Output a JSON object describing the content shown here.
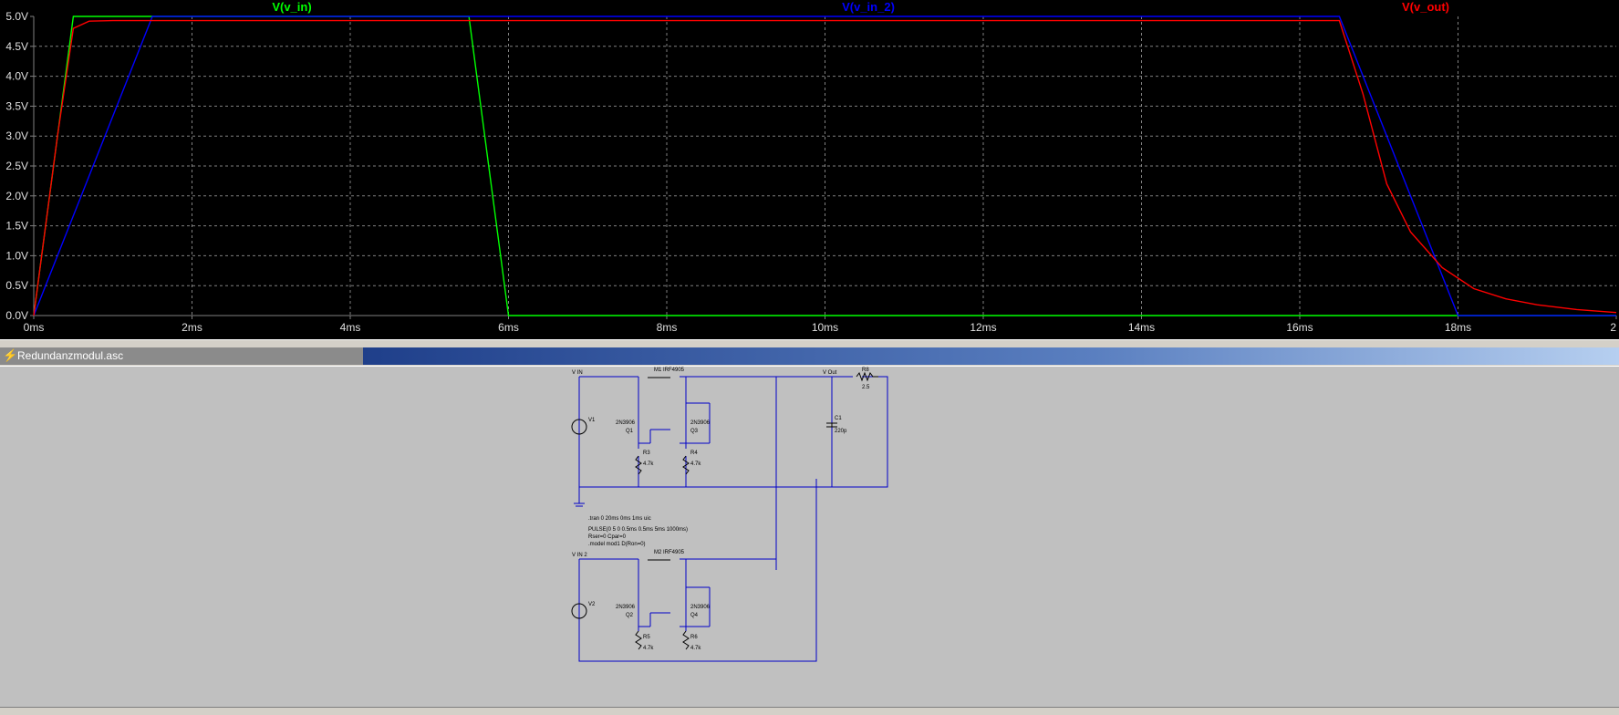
{
  "waveform": {
    "traces": [
      {
        "label": "V(v_in)",
        "color": "#00ff00"
      },
      {
        "label": "V(v_in_2)",
        "color": "#0000ff"
      },
      {
        "label": "V(v_out)",
        "color": "#ff0000"
      }
    ],
    "y_ticks": [
      "5.0V",
      "4.5V",
      "4.0V",
      "3.5V",
      "3.0V",
      "2.5V",
      "2.0V",
      "1.5V",
      "1.0V",
      "0.5V",
      "0.0V"
    ],
    "x_ticks": [
      "0ms",
      "2ms",
      "4ms",
      "6ms",
      "8ms",
      "10ms",
      "12ms",
      "14ms",
      "16ms",
      "18ms",
      "2"
    ],
    "grid_color": "#808080",
    "background": "#000000"
  },
  "chart_data": {
    "type": "line",
    "xlabel": "",
    "ylabel": "",
    "xlim": [
      0,
      20
    ],
    "ylim": [
      0,
      5.0
    ],
    "grid": true,
    "series": [
      {
        "name": "V(v_in)",
        "color": "#00ff00",
        "x": [
          0,
          0.5,
          5.5,
          6.0,
          20
        ],
        "y": [
          0,
          5.0,
          5.0,
          0,
          0
        ]
      },
      {
        "name": "V(v_in_2)",
        "color": "#0000ff",
        "x": [
          0,
          1.5,
          16.5,
          18.0,
          20
        ],
        "y": [
          0,
          5.0,
          5.0,
          0,
          0
        ]
      },
      {
        "name": "V(v_out)",
        "color": "#ff0000",
        "x": [
          0,
          0.3,
          0.5,
          0.7,
          1.0,
          16.5,
          16.8,
          17.1,
          17.4,
          17.8,
          18.2,
          18.6,
          19.0,
          19.5,
          20
        ],
        "y": [
          0,
          3.0,
          4.8,
          4.92,
          4.93,
          4.93,
          3.7,
          2.2,
          1.4,
          0.8,
          0.45,
          0.28,
          0.18,
          0.1,
          0.05
        ]
      }
    ]
  },
  "schematic": {
    "window_title": "Redundanzmodul.asc",
    "labels": {
      "vin": "V IN",
      "vin2": "V IN 2",
      "vout": "V Out",
      "r8": "R8",
      "r8_val": "2.5",
      "c1": "C1",
      "c1_val": "220p",
      "v1": "V1",
      "v2": "V2",
      "q1": "Q1",
      "q2": "Q2",
      "q3": "Q3",
      "q4": "Q4",
      "bjt1": "2N3906",
      "bjt2": "2N3906",
      "bjt3": "2N3906",
      "bjt4": "2N3906",
      "r3": "R3",
      "r4": "R4",
      "r5": "R5",
      "r6": "R6",
      "r_val1": "4.7k",
      "r_val2": "4.7k",
      "r_val3": "4.7k",
      "r_val4": "4.7k",
      "m1": "M1",
      "m2": "M2",
      "m1_model": "IRF4905",
      "m2_model": "IRF4905",
      "spice1": ".tran 0 20ms 0ms 1ms uic",
      "spice2": "PULSE(0 5 0 0.5ms 0.5ms 5ms 1000ms)",
      "spice3": "Rser=0 Cpar=0",
      "spice4": ".model mod1 D(Ron=0)"
    }
  }
}
